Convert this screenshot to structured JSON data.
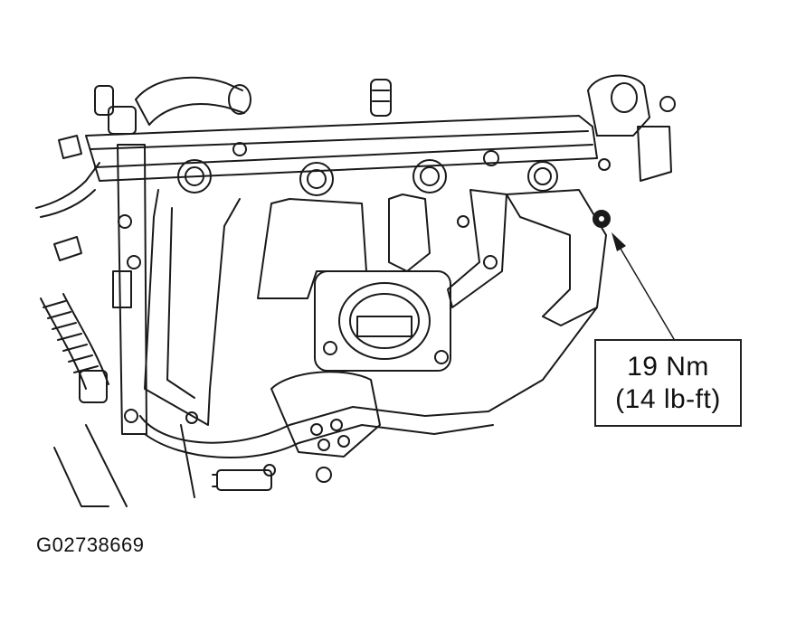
{
  "callout": {
    "torque_metric": "19 Nm",
    "torque_imperial": "(14 lb-ft)"
  },
  "figure_id": "G02738669",
  "colors": {
    "line": "#1a1a1a",
    "background": "#ffffff"
  }
}
